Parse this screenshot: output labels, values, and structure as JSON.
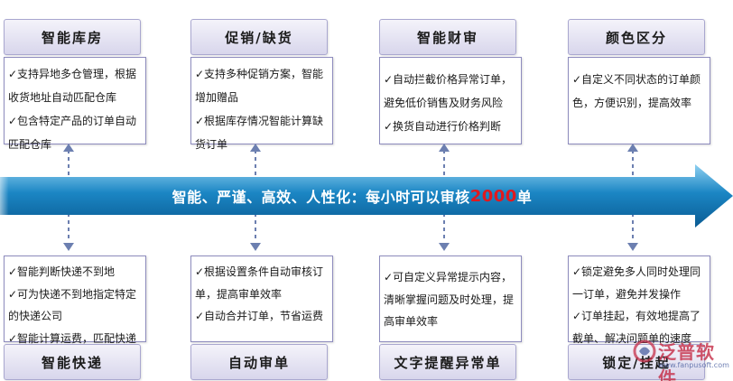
{
  "top_columns": [
    {
      "title": "智能库房",
      "items": [
        "✓支持异地多仓管理，根据收货地址自动匹配仓库",
        "✓包含特定产品的订单自动匹配仓库"
      ]
    },
    {
      "title": "促销/缺货",
      "items": [
        "✓支持多种促销方案，智能增加赠品",
        "✓根据库存情况智能计算缺货订单"
      ]
    },
    {
      "title": "智能财审",
      "items": [
        "✓自动拦截价格异常订单，避免低价销售及财务风险",
        "✓换货自动进行价格判断"
      ]
    },
    {
      "title": "颜色区分",
      "items": [
        "✓自定义不同状态的订单颜色，方便识别，提高效率"
      ]
    }
  ],
  "bottom_columns": [
    {
      "title": "智能快递",
      "items": [
        "✓智能判断快递不到地",
        "✓可为快递不到地指定特定的快递公司",
        "✓智能计算运费，匹配快递"
      ]
    },
    {
      "title": "自动审单",
      "items": [
        "✓根据设置条件自动审核订单，提高审单效率",
        "✓自动合并订单，节省运费"
      ]
    },
    {
      "title": "文字提醒异常单",
      "items": [
        "✓可自定义异常提示内容，清晰掌握问题及时处理，提高审单效率"
      ]
    },
    {
      "title": "锁定/挂起",
      "items": [
        "✓锁定避免多人同时处理同一订单，避免并发操作",
        "✓订单挂起，有效地提高了截单、解决问题单的速度"
      ]
    }
  ],
  "band": {
    "text": "智能、严谨、高效、人性化：每小时可以审核",
    "highlight": "2000",
    "suffix": "单"
  },
  "logo": {
    "name": "泛普软件",
    "url": "www.fanpusoft.com"
  },
  "colors": {
    "band_dark": "#0d6aa4",
    "band_light": "#5fb6e3",
    "highlight": "#e0191f",
    "border": "#8d8bbd"
  }
}
